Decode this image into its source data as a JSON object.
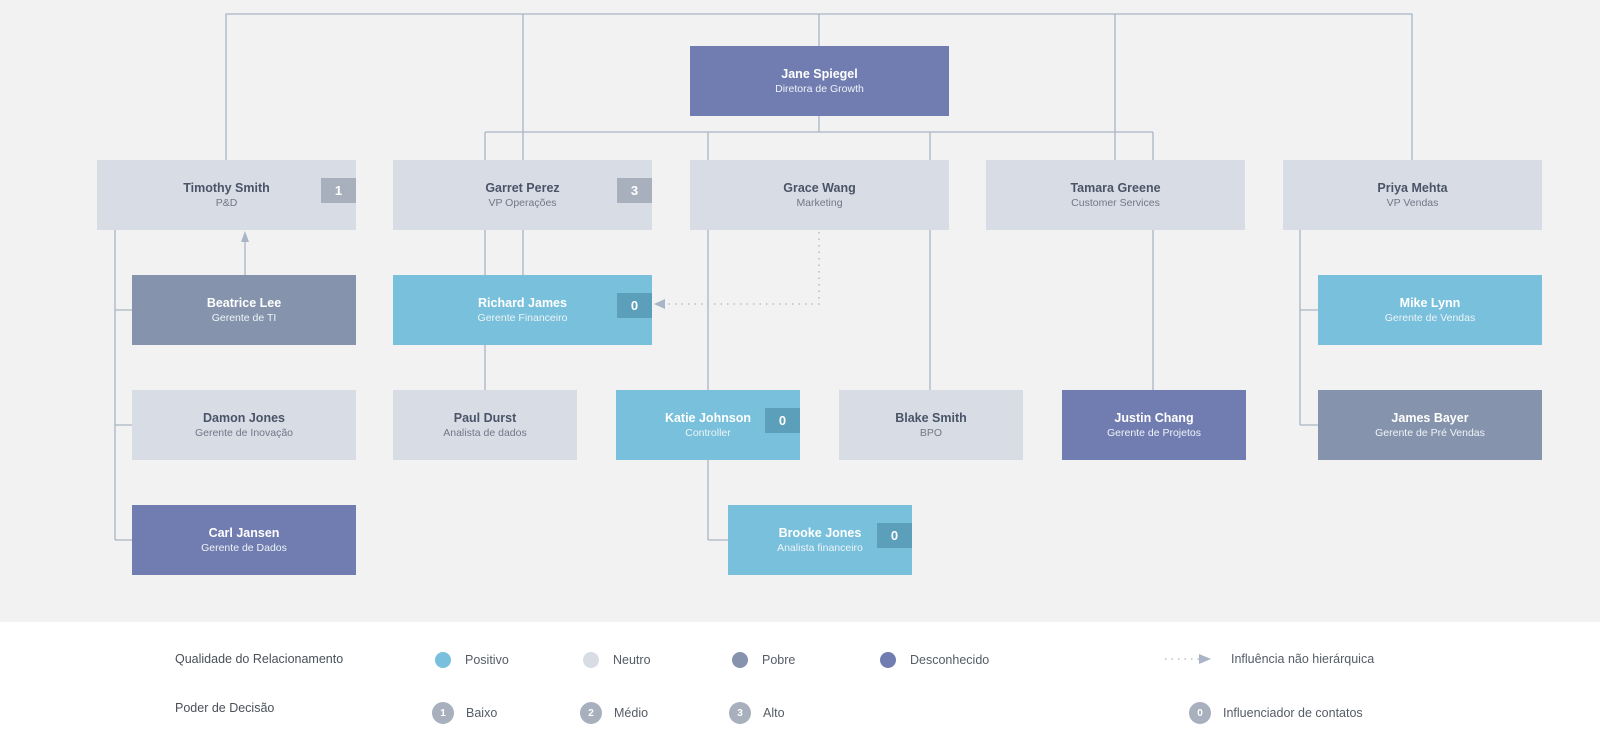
{
  "colors": {
    "positive": "#78c0db",
    "neutral": "#d8dce4",
    "poor": "#8594ac",
    "unknown": "#717db0",
    "line": "#a9b5c6",
    "background": "#f2f2f2",
    "badge": "#a8b0bd"
  },
  "nodes": {
    "jane_spiegel": {
      "name": "Jane Spiegel",
      "role": "Diretora de Growth",
      "relationship": "unknown"
    },
    "timothy_smith": {
      "name": "Timothy Smith",
      "role": "P&D",
      "relationship": "neutral",
      "decision_power": "1"
    },
    "garret_perez": {
      "name": "Garret Perez",
      "role": "VP Operações",
      "relationship": "neutral",
      "decision_power": "3"
    },
    "grace_wang": {
      "name": "Grace Wang",
      "role": "Marketing",
      "relationship": "neutral"
    },
    "tamara_greene": {
      "name": "Tamara Greene",
      "role": "Customer Services",
      "relationship": "neutral"
    },
    "priya_mehta": {
      "name": "Priya Mehta",
      "role": "VP Vendas",
      "relationship": "neutral"
    },
    "beatrice_lee": {
      "name": "Beatrice Lee",
      "role": "Gerente de TI",
      "relationship": "poor"
    },
    "richard_james": {
      "name": "Richard James",
      "role": "Gerente Financeiro",
      "relationship": "positive",
      "influencer_count": "0"
    },
    "mike_lynn": {
      "name": "Mike Lynn",
      "role": "Gerente de Vendas",
      "relationship": "positive"
    },
    "damon_jones": {
      "name": "Damon Jones",
      "role": "Gerente de Inovação",
      "relationship": "neutral"
    },
    "paul_durst": {
      "name": "Paul Durst",
      "role": "Analista de dados",
      "relationship": "neutral"
    },
    "katie_johnson": {
      "name": "Katie Johnson",
      "role": "Controller",
      "relationship": "positive",
      "influencer_count": "0"
    },
    "blake_smith": {
      "name": "Blake Smith",
      "role": "BPO",
      "relationship": "neutral"
    },
    "justin_chang": {
      "name": "Justin Chang",
      "role": "Gerente de Projetos",
      "relationship": "unknown"
    },
    "james_bayer": {
      "name": "James Bayer",
      "role": "Gerente de Pré Vendas",
      "relationship": "poor"
    },
    "carl_jansen": {
      "name": "Carl Jansen",
      "role": "Gerente de Dados",
      "relationship": "unknown"
    },
    "brooke_jones": {
      "name": "Brooke Jones",
      "role": "Analista financeiro",
      "relationship": "positive",
      "influencer_count": "0"
    }
  },
  "legend": {
    "relationship_title": "Qualidade do Relacionamento",
    "positive": "Positivo",
    "neutral": "Neutro",
    "poor": "Pobre",
    "unknown": "Desconhecido",
    "non_hierarchical": "Influência não hierárquica",
    "decision_title": "Poder de Decisão",
    "low": {
      "num": "1",
      "label": "Baixo"
    },
    "medium": {
      "num": "2",
      "label": "Médio"
    },
    "high": {
      "num": "3",
      "label": "Alto"
    },
    "influencer": {
      "num": "0",
      "label": "Influenciador de contatos"
    }
  }
}
